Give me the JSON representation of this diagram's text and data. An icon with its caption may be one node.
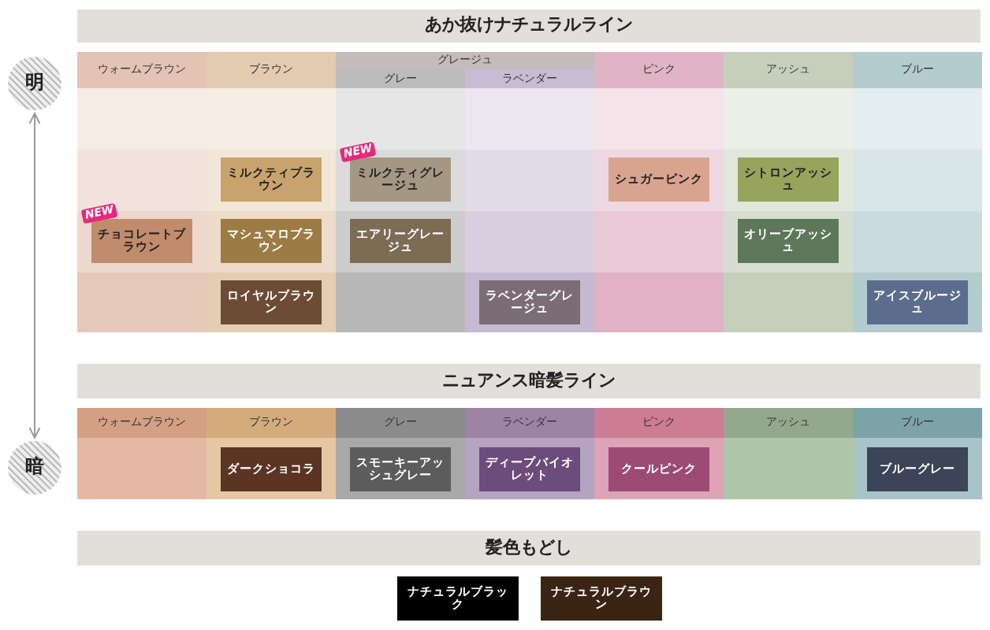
{
  "diagram": {
    "nodes": [
      {
        "text": [
          "あか抜けナチュラルライン"
        ]
      },
      {
        "text": [
          "明"
        ]
      },
      {
        "text": [
          "ウォームブラウン"
        ]
      },
      {
        "text": [
          "ブラウン"
        ]
      },
      {
        "text": [
          "グレージュ"
        ]
      },
      {
        "text": [
          "グレー"
        ],
        "in": 4
      },
      {
        "text": [
          "ラベンダー"
        ],
        "in": 4
      },
      {
        "text": [
          "ピンク"
        ]
      },
      {
        "text": [
          "アッシュ"
        ]
      },
      {
        "text": [
          "ブルー"
        ]
      },
      {
        "text": [
          "ミルクティブラウン"
        ]
      },
      {
        "text": [
          "ミルクティグレージュ"
        ],
        "beside": [
          "NEW"
        ]
      },
      {
        "text": [
          "シュガーピンク"
        ]
      },
      {
        "text": [
          "シトロンアッシュ"
        ]
      },
      {
        "text": [
          "チョコレートブラウン"
        ],
        "beside": [
          "NEW"
        ]
      },
      {
        "text": [
          "マシュマロブラウン"
        ]
      },
      {
        "text": [
          "エアリーグレージュ"
        ]
      },
      {
        "text": [
          "オリーブアッシュ"
        ]
      },
      {
        "text": [
          "ロイヤルブラウン"
        ]
      },
      {
        "text": [
          "ラベンダーグレージュ"
        ]
      },
      {
        "text": [
          "アイスブルージュ"
        ]
      },
      {
        "text": [
          "ニュアンス暗髪ライン"
        ]
      },
      {
        "text": [
          "ウォームブラウン"
        ]
      },
      {
        "text": [
          "ブラウン"
        ]
      },
      {
        "text": [
          "グレー"
        ]
      },
      {
        "text": [
          "ラベンダー"
        ]
      },
      {
        "text": [
          "ピンク"
        ]
      },
      {
        "text": [
          "アッシュ"
        ]
      },
      {
        "text": [
          "ブルー"
        ]
      },
      {
        "text": [
          "暗"
        ]
      },
      {
        "text": [
          "ダークショコラ"
        ]
      },
      {
        "text": [
          "スモーキーアッシュグレー"
        ]
      },
      {
        "text": [
          "ディープバイオレット"
        ]
      },
      {
        "text": [
          "クールピンク"
        ]
      },
      {
        "text": [
          "ブルーグレー"
        ]
      },
      {
        "text": [
          "髪色もどし"
        ]
      },
      {
        "text": [
          "ナチュラルブラック"
        ]
      },
      {
        "text": [
          "ナチュラルブラウン"
        ]
      }
    ],
    "edges": [
      {
        "from": 1,
        "to": 29,
        "arrow": "both"
      }
    ]
  }
}
